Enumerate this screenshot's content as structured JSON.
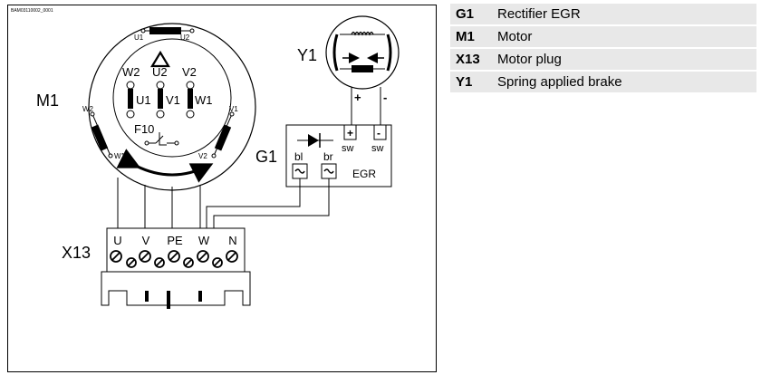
{
  "diagram": {
    "doc_code": "BAM03110002_0001",
    "motor_label": "M1",
    "brake_label": "Y1",
    "rectifier_label": "G1",
    "plug_label": "X13",
    "thermal_label": "F10",
    "winding_top": [
      "U1",
      "U2"
    ],
    "windings": [
      "W2",
      "U2",
      "V2",
      "U1",
      "V1",
      "W1"
    ],
    "left_coil": [
      "W2",
      "W1"
    ],
    "right_coil": [
      "V1",
      "V2"
    ],
    "rectifier_text": "EGR",
    "rectifier_inputs": [
      "bl",
      "br"
    ],
    "rectifier_outputs": [
      "sw",
      "sw"
    ],
    "brake_polarity": [
      "+",
      "-"
    ],
    "terminals": [
      "U",
      "V",
      "PE",
      "W",
      "N"
    ]
  },
  "legend": {
    "rows": [
      {
        "code": "G1",
        "description": "Rectifier EGR"
      },
      {
        "code": "M1",
        "description": "Motor"
      },
      {
        "code": "X13",
        "description": "Motor plug"
      },
      {
        "code": "Y1",
        "description": "Spring applied brake"
      }
    ]
  }
}
